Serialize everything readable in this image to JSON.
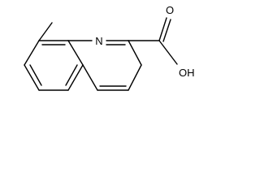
{
  "molecule": {
    "atoms": {
      "ring_nitrogen": "N",
      "carbonyl_oxygen": "O",
      "hydroxyl_group": "OH"
    }
  }
}
